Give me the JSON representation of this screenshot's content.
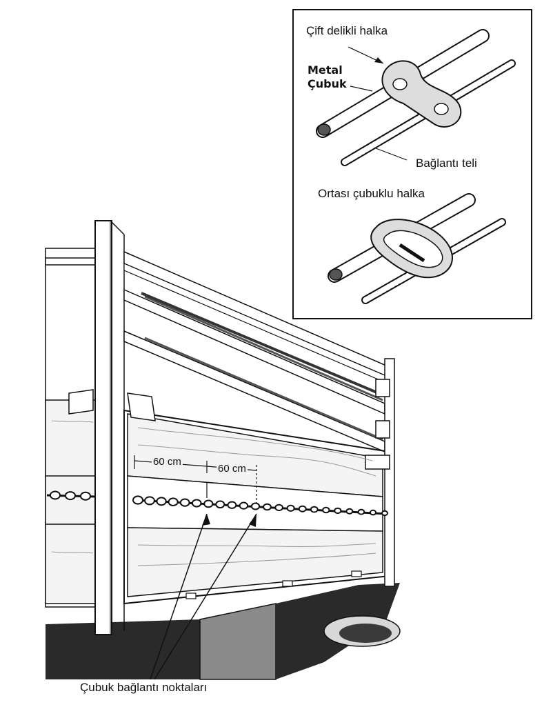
{
  "inset": {
    "double_hole_ring_label": "Çift delikli halka",
    "metal_rod_label_line1": "Metal",
    "metal_rod_label_line2": "Çubuk",
    "tie_wire_label": "Bağlantı teli",
    "center_bar_ring_label": "Ortası çubuklu halka"
  },
  "main": {
    "dimension_1": "60 cm",
    "dimension_2": "60 cm",
    "rod_connection_points_label": "Çubuk bağlantı noktaları"
  },
  "colors": {
    "ink": "#111111",
    "wood_fill": "#f4f4f4",
    "shadow": "#2a2a2a",
    "frame_fill": "#ffffff"
  }
}
